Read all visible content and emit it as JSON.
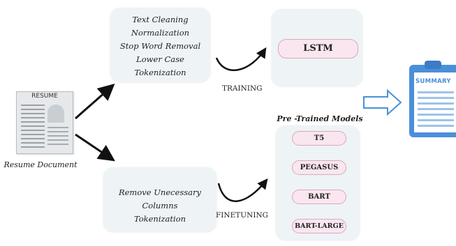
{
  "resume": {
    "doc_title": "RESUME",
    "caption": "Resume Document"
  },
  "preprocess_top": {
    "lines": [
      "Text Cleaning",
      "Normalization",
      "Stop Word Removal",
      "Lower Case",
      "Tokenization"
    ]
  },
  "preprocess_bottom": {
    "lines": [
      "Remove Unecessary Columns",
      "Tokenization"
    ]
  },
  "edges": {
    "training": "TRAINING",
    "finetuning": "FINETUNING"
  },
  "lstm": {
    "label": "LSTM"
  },
  "pretrained": {
    "title": "Pre -Trained Models",
    "models": [
      "T5",
      "PEGASUS",
      "BART",
      "BART-LARGE"
    ]
  },
  "summary": {
    "label": "SUMMARY"
  },
  "colors": {
    "box_bg": "#eef3f6",
    "pill_bg": "#f9e6ef",
    "pill_border": "#d8a9bf",
    "summary_blue": "#4a90d9"
  }
}
